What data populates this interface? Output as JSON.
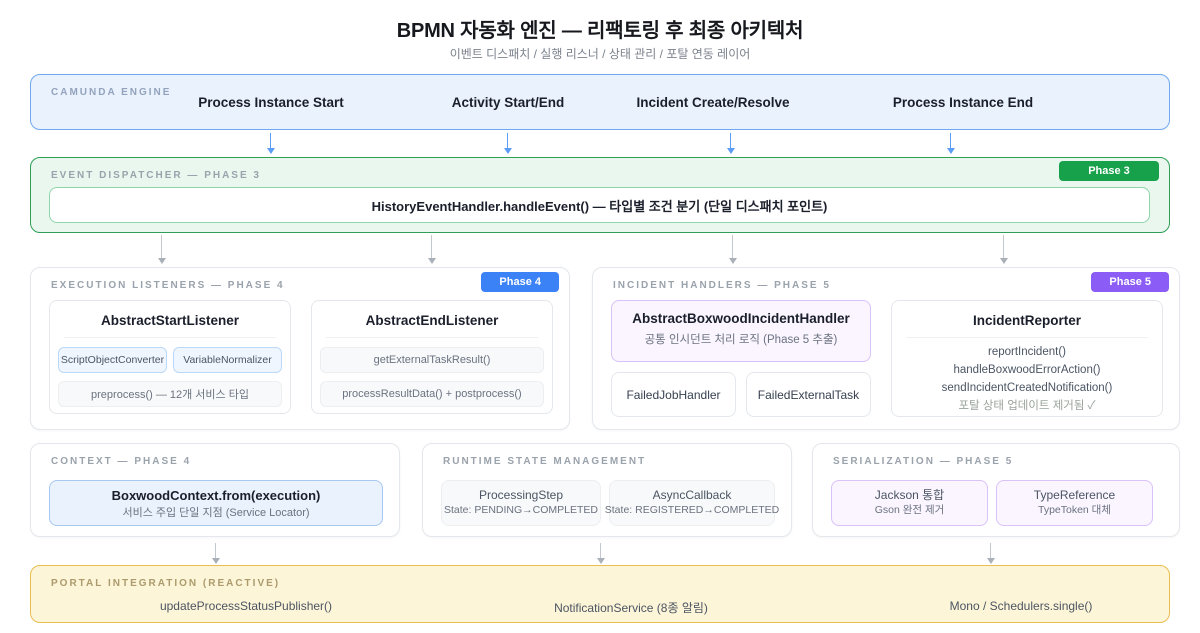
{
  "header": {
    "title": "BPMN 자동화 엔진 — 리팩토링 후 최종 아키텍처",
    "subtitle": "이벤트 디스패치 / 실행 리스너 / 상태 관리 / 포탈 연동 레이어"
  },
  "camunda": {
    "label": "CAMUNDA ENGINE",
    "events": [
      "Process Instance Start",
      "Activity Start/End",
      "Incident Create/Resolve",
      "Process Instance End"
    ]
  },
  "dispatcher": {
    "label": "EVENT DISPATCHER — PHASE 3",
    "badge": "Phase 3",
    "handler": "HistoryEventHandler.handleEvent() — 타입별 조건 분기 (단일 디스패치 포인트)"
  },
  "execution_listeners": {
    "label": "EXECUTION LISTENERS — PHASE 4",
    "badge": "Phase 4",
    "start_listener": {
      "title": "AbstractStartListener",
      "chips": [
        "ScriptObjectConverter",
        "VariableNormalizer"
      ],
      "method": "preprocess() — 12개 서비스 타입"
    },
    "end_listener": {
      "title": "AbstractEndListener",
      "methods": [
        "getExternalTaskResult()",
        "processResultData() + postprocess()"
      ]
    }
  },
  "incident_handlers": {
    "label": "INCIDENT HANDLERS — PHASE 5",
    "badge": "Phase 5",
    "abstract_handler": {
      "title": "AbstractBoxwoodIncidentHandler",
      "subtitle": "공통 인시던트 처리 로직 (Phase 5 추출)"
    },
    "sub_handlers": [
      "FailedJobHandler",
      "FailedExternalTask"
    ],
    "reporter": {
      "title": "IncidentReporter",
      "methods": [
        "reportIncident()",
        "handleBoxwoodErrorAction()",
        "sendIncidentCreatedNotification()"
      ],
      "note": "포탈 상태 업데이트 제거됨 ✓"
    }
  },
  "context": {
    "label": "CONTEXT — PHASE 4",
    "card_title": "BoxwoodContext.from(execution)",
    "card_subtitle": "서비스 주입 단일 지점 (Service Locator)"
  },
  "runtime_state": {
    "label": "RUNTIME STATE MANAGEMENT",
    "cards": [
      {
        "title": "ProcessingStep",
        "state": "State: PENDING→COMPLETED"
      },
      {
        "title": "AsyncCallback",
        "state": "State: REGISTERED→COMPLETED"
      }
    ]
  },
  "serialization": {
    "label": "SERIALIZATION — PHASE 5",
    "cards": [
      {
        "title": "Jackson 통합",
        "subtitle": "Gson 완전 제거"
      },
      {
        "title": "TypeReference",
        "subtitle": "TypeToken 대체"
      }
    ]
  },
  "portal": {
    "label": "PORTAL INTEGRATION (REACTIVE)",
    "items": [
      "updateProcessStatusPublisher()",
      "NotificationService (8종 알림)",
      "Mono / Schedulers.single()"
    ]
  },
  "colors": {
    "camunda_border": "#6fa8f0",
    "camunda_bg": "#eaf2fd",
    "dispatcher_border": "#2f9e57",
    "dispatcher_bg": "#eaf7ef",
    "phase3_badge": "#18a14b",
    "phase4_badge": "#3b82f6",
    "phase5_badge": "#8b5cf6",
    "portal_border": "#e9bd4f",
    "portal_bg": "#fdf5d8",
    "blue_arrow": "#5b9cf5",
    "gray_arrow": "#c3c8ce"
  }
}
